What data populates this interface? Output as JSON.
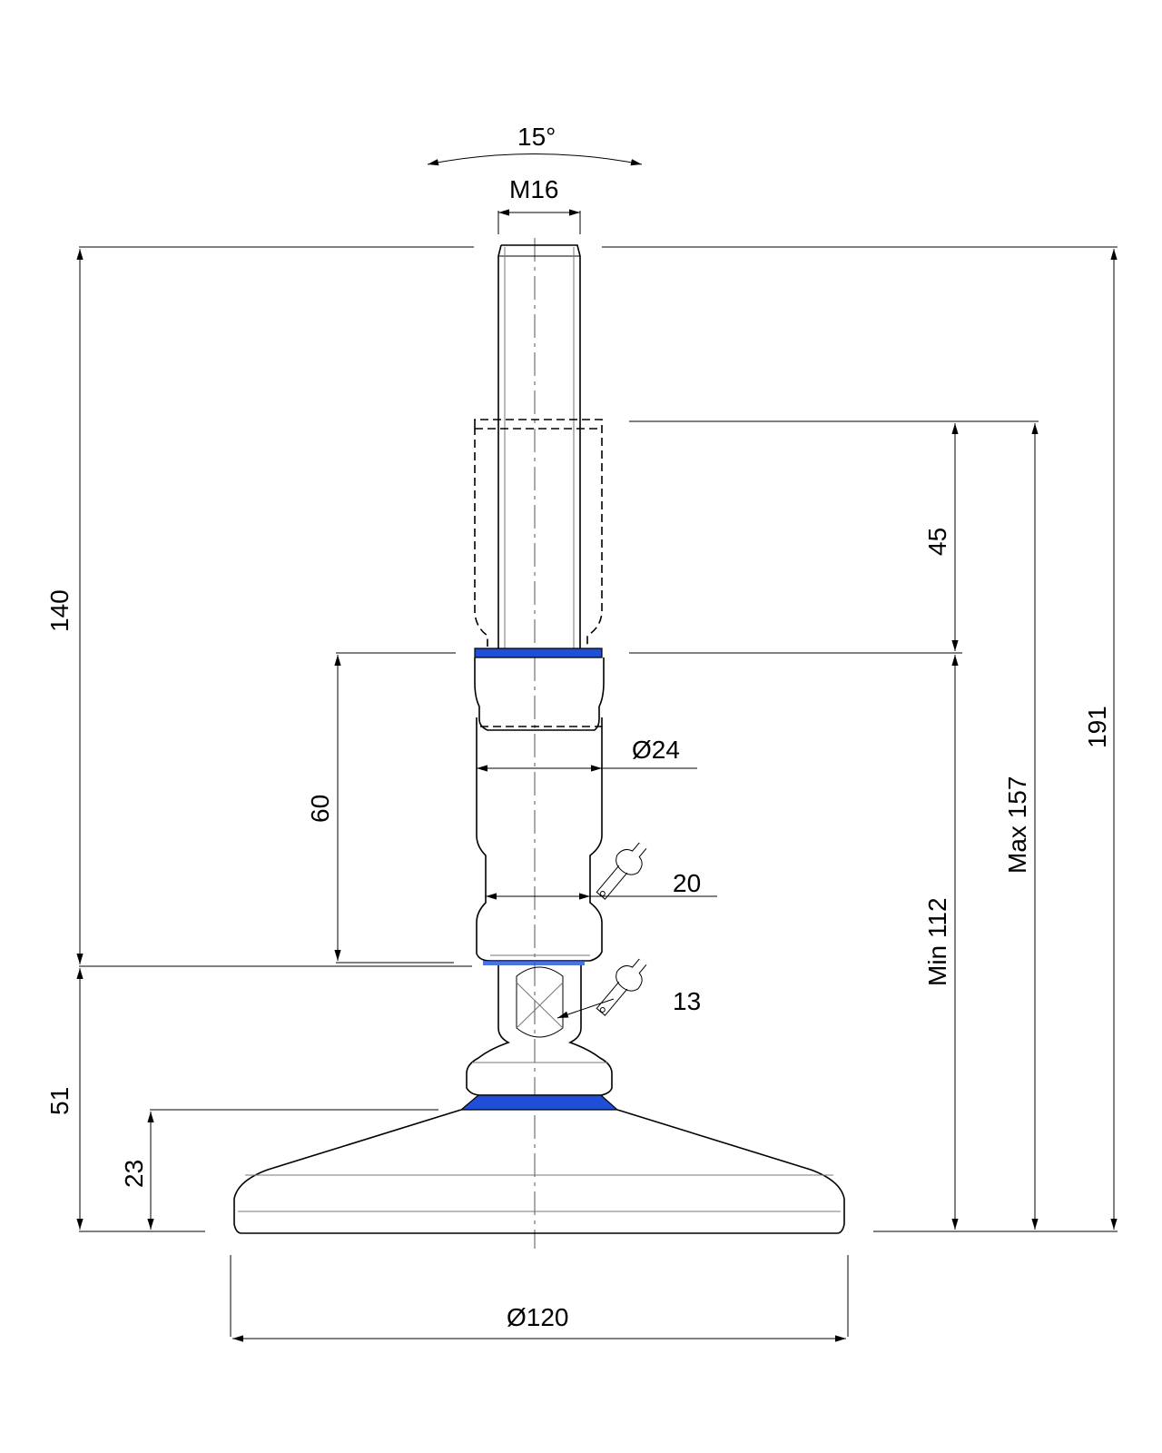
{
  "dimensions": {
    "angle": "15°",
    "thread": "M16",
    "adjust_travel": "45",
    "diameter_spindle": "Ø24",
    "wrench_spindle": "20",
    "wrench_base": "13",
    "height_140": "140",
    "height_60": "60",
    "height_51": "51",
    "height_23": "23",
    "min_height": "Min 112",
    "max_height": "Max 157",
    "total_height": "191",
    "base_diameter": "Ø120"
  },
  "colors": {
    "seal": "#1f4fd6",
    "line": "#000000"
  }
}
